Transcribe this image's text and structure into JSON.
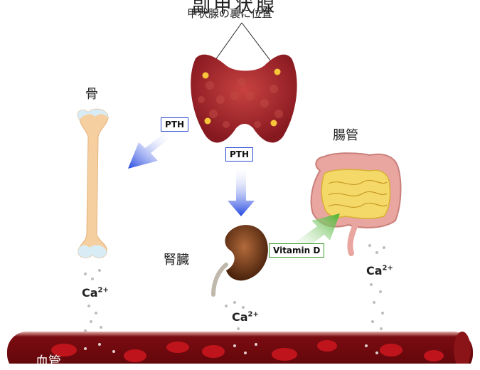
{
  "title": "副甲状腺",
  "subtitle": "甲状腺の裏に位置",
  "labels": {
    "bone": "骨",
    "intestine": "腸管",
    "kidney": "腎臓",
    "blood_vessel": "血管"
  },
  "hormones": {
    "pth_to_bone": "PTH",
    "pth_to_kidney": "PTH",
    "vitamin_d": "Vitamin D"
  },
  "calcium": {
    "symbol": "Ca",
    "charge": "2+"
  },
  "colors": {
    "pth_arrow": "#2b4bd0",
    "vitd_arrow": "#4cb030",
    "thyroid": "#a8242a",
    "blood": "#6a0a0e",
    "bone": "#f6cfa0"
  }
}
